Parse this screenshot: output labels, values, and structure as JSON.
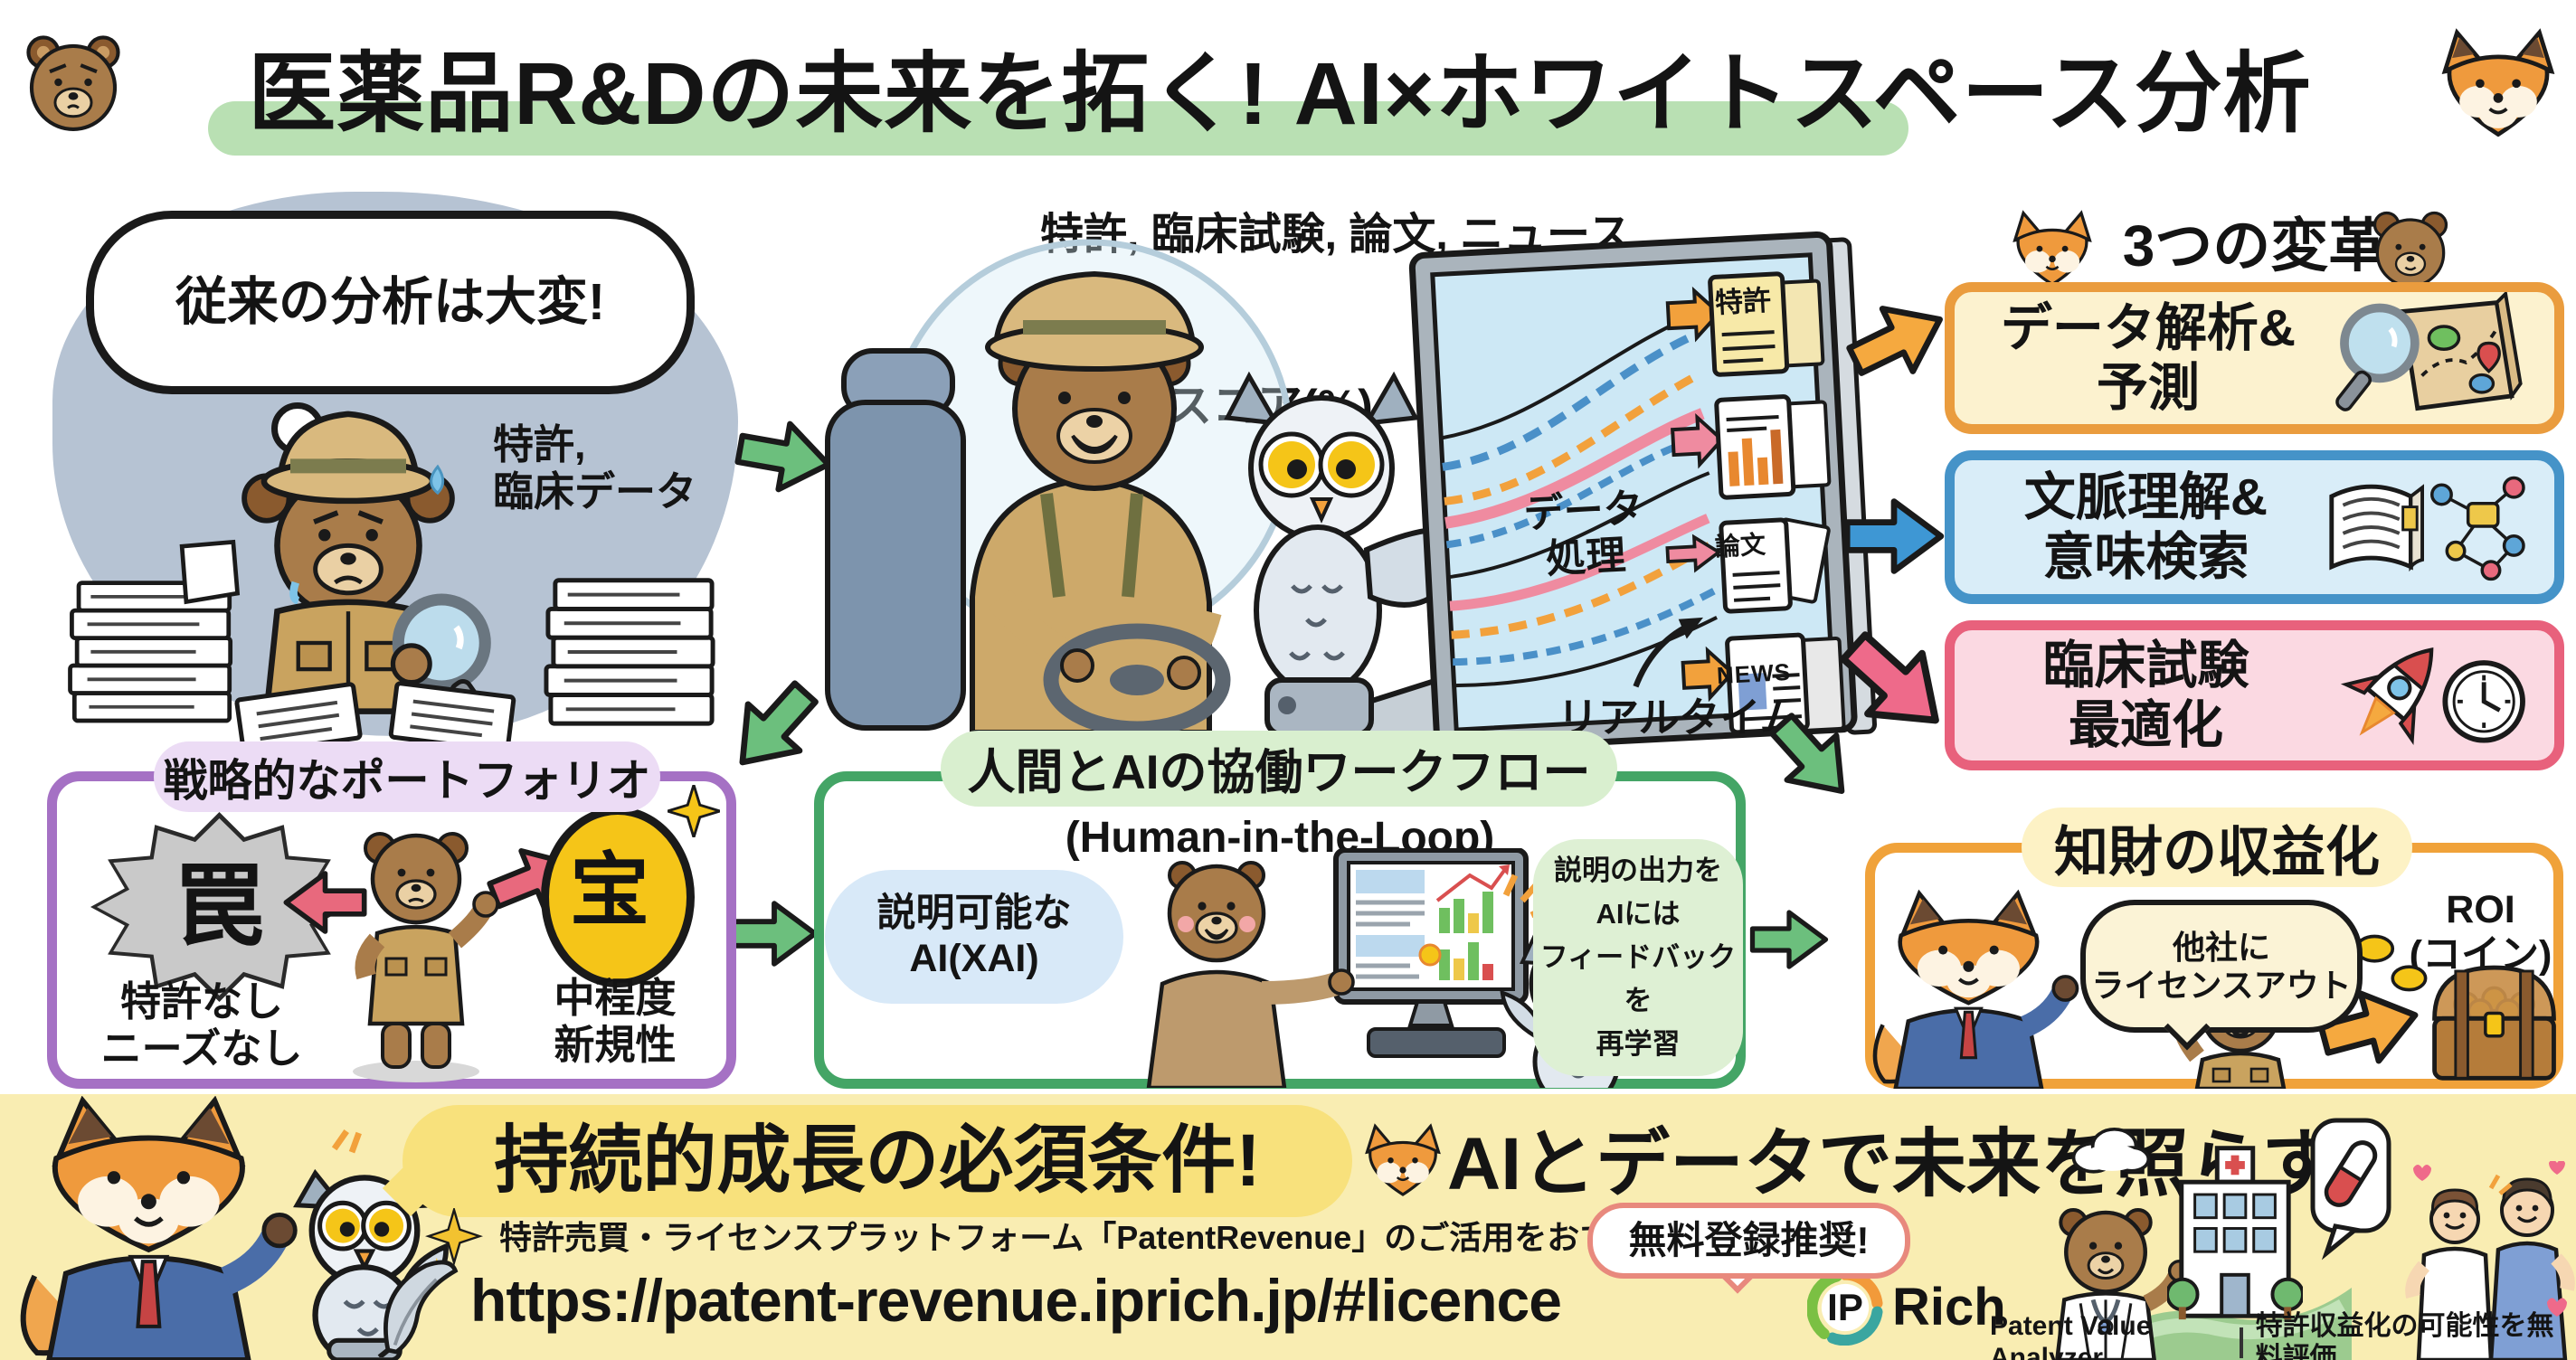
{
  "title": {
    "text": "医薬品R&Dの未来を拓く! AI×ホワイトスペース分析"
  },
  "legacy": {
    "bubble": "従来の分析は大変!",
    "data_label": "特許,\n臨床データ"
  },
  "pipeline": {
    "sources": "特許, 臨床試験, 論文, ニュース",
    "score": "予測スコア(%)",
    "processing": "データ\n処理",
    "realtime": "リアルタイム",
    "doc_patent": "特許",
    "doc_ronbun": "論文",
    "doc_news": "NEWS"
  },
  "transforms": {
    "header": "3つの変革",
    "box1": "データ解析&\n予測",
    "box2": "文脈理解&\n意味検索",
    "box3": "臨床試験\n最適化"
  },
  "portfolio": {
    "header": "戦略的なポートフォリオ",
    "trap": "罠",
    "trap_label": "特許なし\nニーズなし",
    "treasure": "宝",
    "treasure_label": "中程度\n新規性"
  },
  "hitl": {
    "header": "人間とAIの協働ワークフロー",
    "subtitle": "(Human-in-the-Loop)",
    "xai": "説明可能な\nAI(XAI)",
    "feedback": "説明の出力を\nAIには\nフィードバックを\n再学習"
  },
  "monetize": {
    "header": "知財の収益化",
    "license": "他社に\nライセンスアウト",
    "roi": "ROI\n(コイン)"
  },
  "banner": {
    "headline1": "持続的成長の必須条件!",
    "headline2": "AIとデータで未来を照らす",
    "promo": "特許売買・ライセンスプラットフォーム「PatentRevenue」のご活用をおすすめ...",
    "badge": "無料登録推奨!",
    "url": "https://patent-revenue.iprich.jp/#licence",
    "logo_ip": "IP",
    "logo_rich": "Rich",
    "footer_left": "Patent Value Analyzer",
    "footer_right": "特許収益化の可能性を無料評価"
  },
  "colors": {
    "banner_bg": "#f9edb2",
    "headline_highlight": "#f8e17c",
    "title_underline": "#b9e0b3",
    "green_arrow": "#6cbf7d",
    "purple_border": "#a571c4",
    "green_border": "#44a566",
    "orange_border": "#f0a23a",
    "blue_border": "#4593c8",
    "pink_border": "#e8617c",
    "cream_bg": "#fcf2cf",
    "lightblue_bg": "#d9edf8",
    "pink_bg": "#fbd9e2"
  }
}
